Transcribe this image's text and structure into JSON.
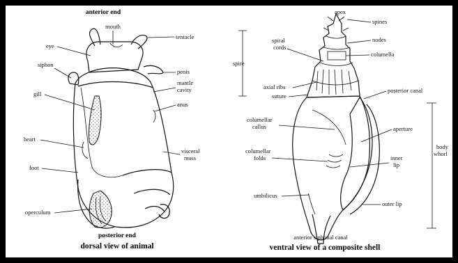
{
  "left_figure": {
    "caption": "dorsal view of animal",
    "top_label": "anterior end",
    "bottom_label": "posterior end",
    "labels": {
      "mouth": "mouth",
      "tentacle": "tentacle",
      "eye": "eye",
      "siphon": "siphon",
      "penis": "penis",
      "mantle_cavity": [
        "mantle",
        "cavity"
      ],
      "gill": "gill",
      "anus": "anus",
      "heart": "heart",
      "visceral_mass": [
        "visceral",
        "mass"
      ],
      "foot": "foot",
      "operculum": "operculum"
    }
  },
  "right_figure": {
    "caption": "ventral view of a composite shell",
    "labels": {
      "apex": "apex",
      "spines": "spines",
      "spire": "spire",
      "spiral_cords": [
        "spiral",
        "cords"
      ],
      "nodes": "nodes",
      "columella": "columella",
      "axial_ribs": "axial ribs",
      "suture": "suture",
      "posterior_canal": "posterior canal",
      "columellar_callus": [
        "columellar",
        "callus"
      ],
      "aperture": "aperture",
      "body_whorl": [
        "body",
        "whorl"
      ],
      "columellar_folds": [
        "columellar",
        "folds"
      ],
      "inner_lip": [
        "inner",
        "lip"
      ],
      "umbilicus": "umbilicus",
      "outer_lip": "outer lip",
      "anterior_siphonal_canal": "anterior siphonal canal"
    }
  }
}
